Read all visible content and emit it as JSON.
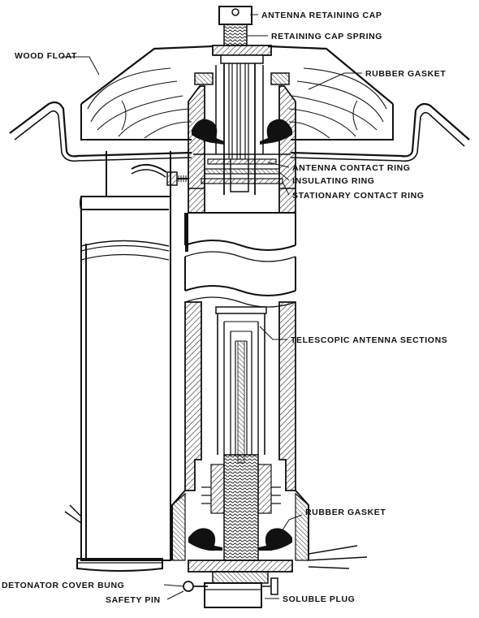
{
  "labels": {
    "antenna_retaining_cap": "ANTENNA RETAINING CAP",
    "retaining_cap_spring": "RETAINING CAP SPRING",
    "wood_float": "WOOD FLOAT",
    "rubber_gasket_top": "RUBBER GASKET",
    "antenna_contact_ring": "ANTENNA CONTACT RING",
    "insulating_ring": "INSULATING RING",
    "stationary_contact_ring": "STATIONARY CONTACT RING",
    "telescopic_antenna_sections": "TELESCOPIC ANTENNA SECTIONS",
    "rubber_gasket_bottom": "RUBBER GASKET",
    "detonator_cover_bung": "DETONATOR COVER BUNG",
    "safety_pin": "SAFETY PIN",
    "soluble_plug": "SOLUBLE PLUG"
  },
  "colors": {
    "ink": "#111111",
    "paper": "#ffffff"
  }
}
